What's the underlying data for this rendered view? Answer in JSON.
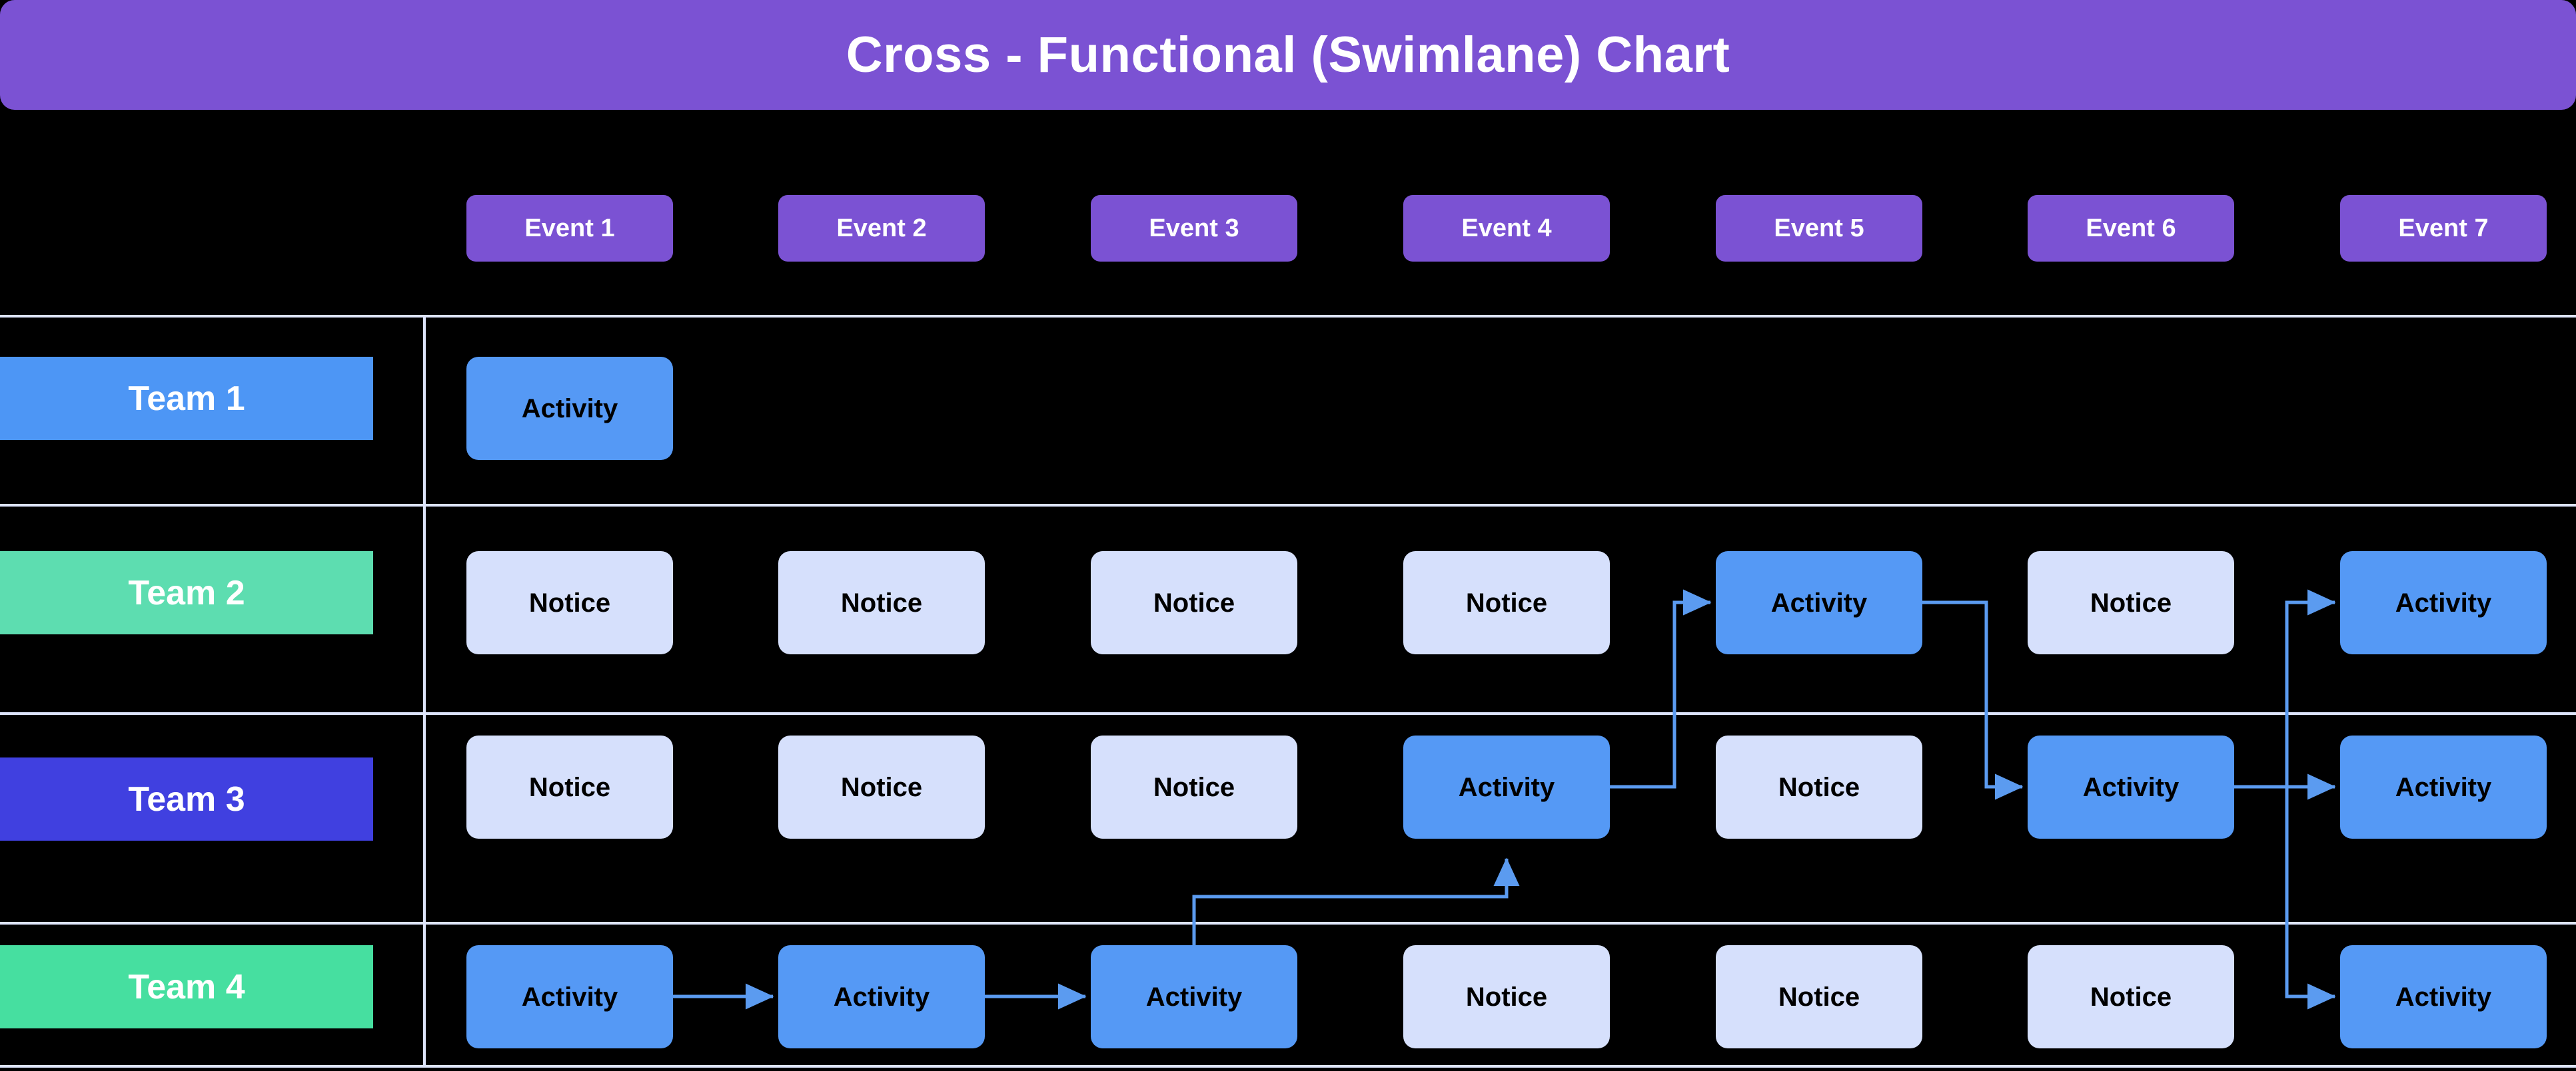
{
  "header": {
    "title": "Cross - Functional (Swimlane) Chart",
    "title_bg": "#7B52D3",
    "title_color": "#FFFFFF"
  },
  "events": {
    "pill_bg": "#7B52D3",
    "pill_color": "#FFFFFF",
    "items": [
      {
        "label": "Event 1"
      },
      {
        "label": "Event 2"
      },
      {
        "label": "Event 3"
      },
      {
        "label": "Event 4"
      },
      {
        "label": "Event 5"
      },
      {
        "label": "Event 6"
      },
      {
        "label": "Event 7"
      }
    ]
  },
  "lanes": [
    {
      "label": "Team 1",
      "color": "#4D96F5"
    },
    {
      "label": "Team 2",
      "color": "#5DDDB0"
    },
    {
      "label": "Team 3",
      "color": "#4040E0"
    },
    {
      "label": "Team 4",
      "color": "#46DFA0"
    }
  ],
  "node_types": {
    "activity": {
      "label": "Activity",
      "fill": "#5599F5",
      "text": "#000000"
    },
    "notice": {
      "label": "Notice",
      "fill": "#D6E0FC",
      "text": "#000000"
    }
  },
  "grid": {
    "rule_color": "#DDE4FB",
    "connector_color": "#5B9BF0",
    "background": "#000000"
  },
  "matrix": {
    "columns": [
      "Event 1",
      "Event 2",
      "Event 3",
      "Event 4",
      "Event 5",
      "Event 6",
      "Event 7"
    ],
    "rows": [
      {
        "lane": "Team 1",
        "cells": [
          "Activity",
          "",
          "",
          "",
          "",
          "",
          ""
        ]
      },
      {
        "lane": "Team 2",
        "cells": [
          "Notice",
          "Notice",
          "Notice",
          "Notice",
          "Activity",
          "Notice",
          "Activity"
        ]
      },
      {
        "lane": "Team 3",
        "cells": [
          "Notice",
          "Notice",
          "Notice",
          "Activity",
          "Notice",
          "Activity",
          "Activity"
        ]
      },
      {
        "lane": "Team 4",
        "cells": [
          "Activity",
          "Activity",
          "Activity",
          "Notice",
          "Notice",
          "Notice",
          "Activity"
        ]
      }
    ]
  },
  "connections": [
    {
      "from": "Team 4 / Event 1",
      "to": "Team 4 / Event 2",
      "kind": "horizontal"
    },
    {
      "from": "Team 4 / Event 2",
      "to": "Team 4 / Event 3",
      "kind": "horizontal"
    },
    {
      "from": "Team 4 / Event 3",
      "to": "Team 3 / Event 4",
      "kind": "up-into-top"
    },
    {
      "from": "Team 3 / Event 4",
      "to": "Team 2 / Event 5",
      "kind": "up-into-left"
    },
    {
      "from": "Team 2 / Event 5",
      "to": "Team 3 / Event 6",
      "kind": "down-into-left"
    },
    {
      "from": "Team 3 / Event 6",
      "to": "Team 3 / Event 7",
      "kind": "horizontal"
    },
    {
      "from": "Team 3 / Event 6",
      "to": "Team 2 / Event 7",
      "kind": "up-into-left"
    },
    {
      "from": "Team 3 / Event 6",
      "to": "Team 4 / Event 7",
      "kind": "down-into-left"
    }
  ]
}
